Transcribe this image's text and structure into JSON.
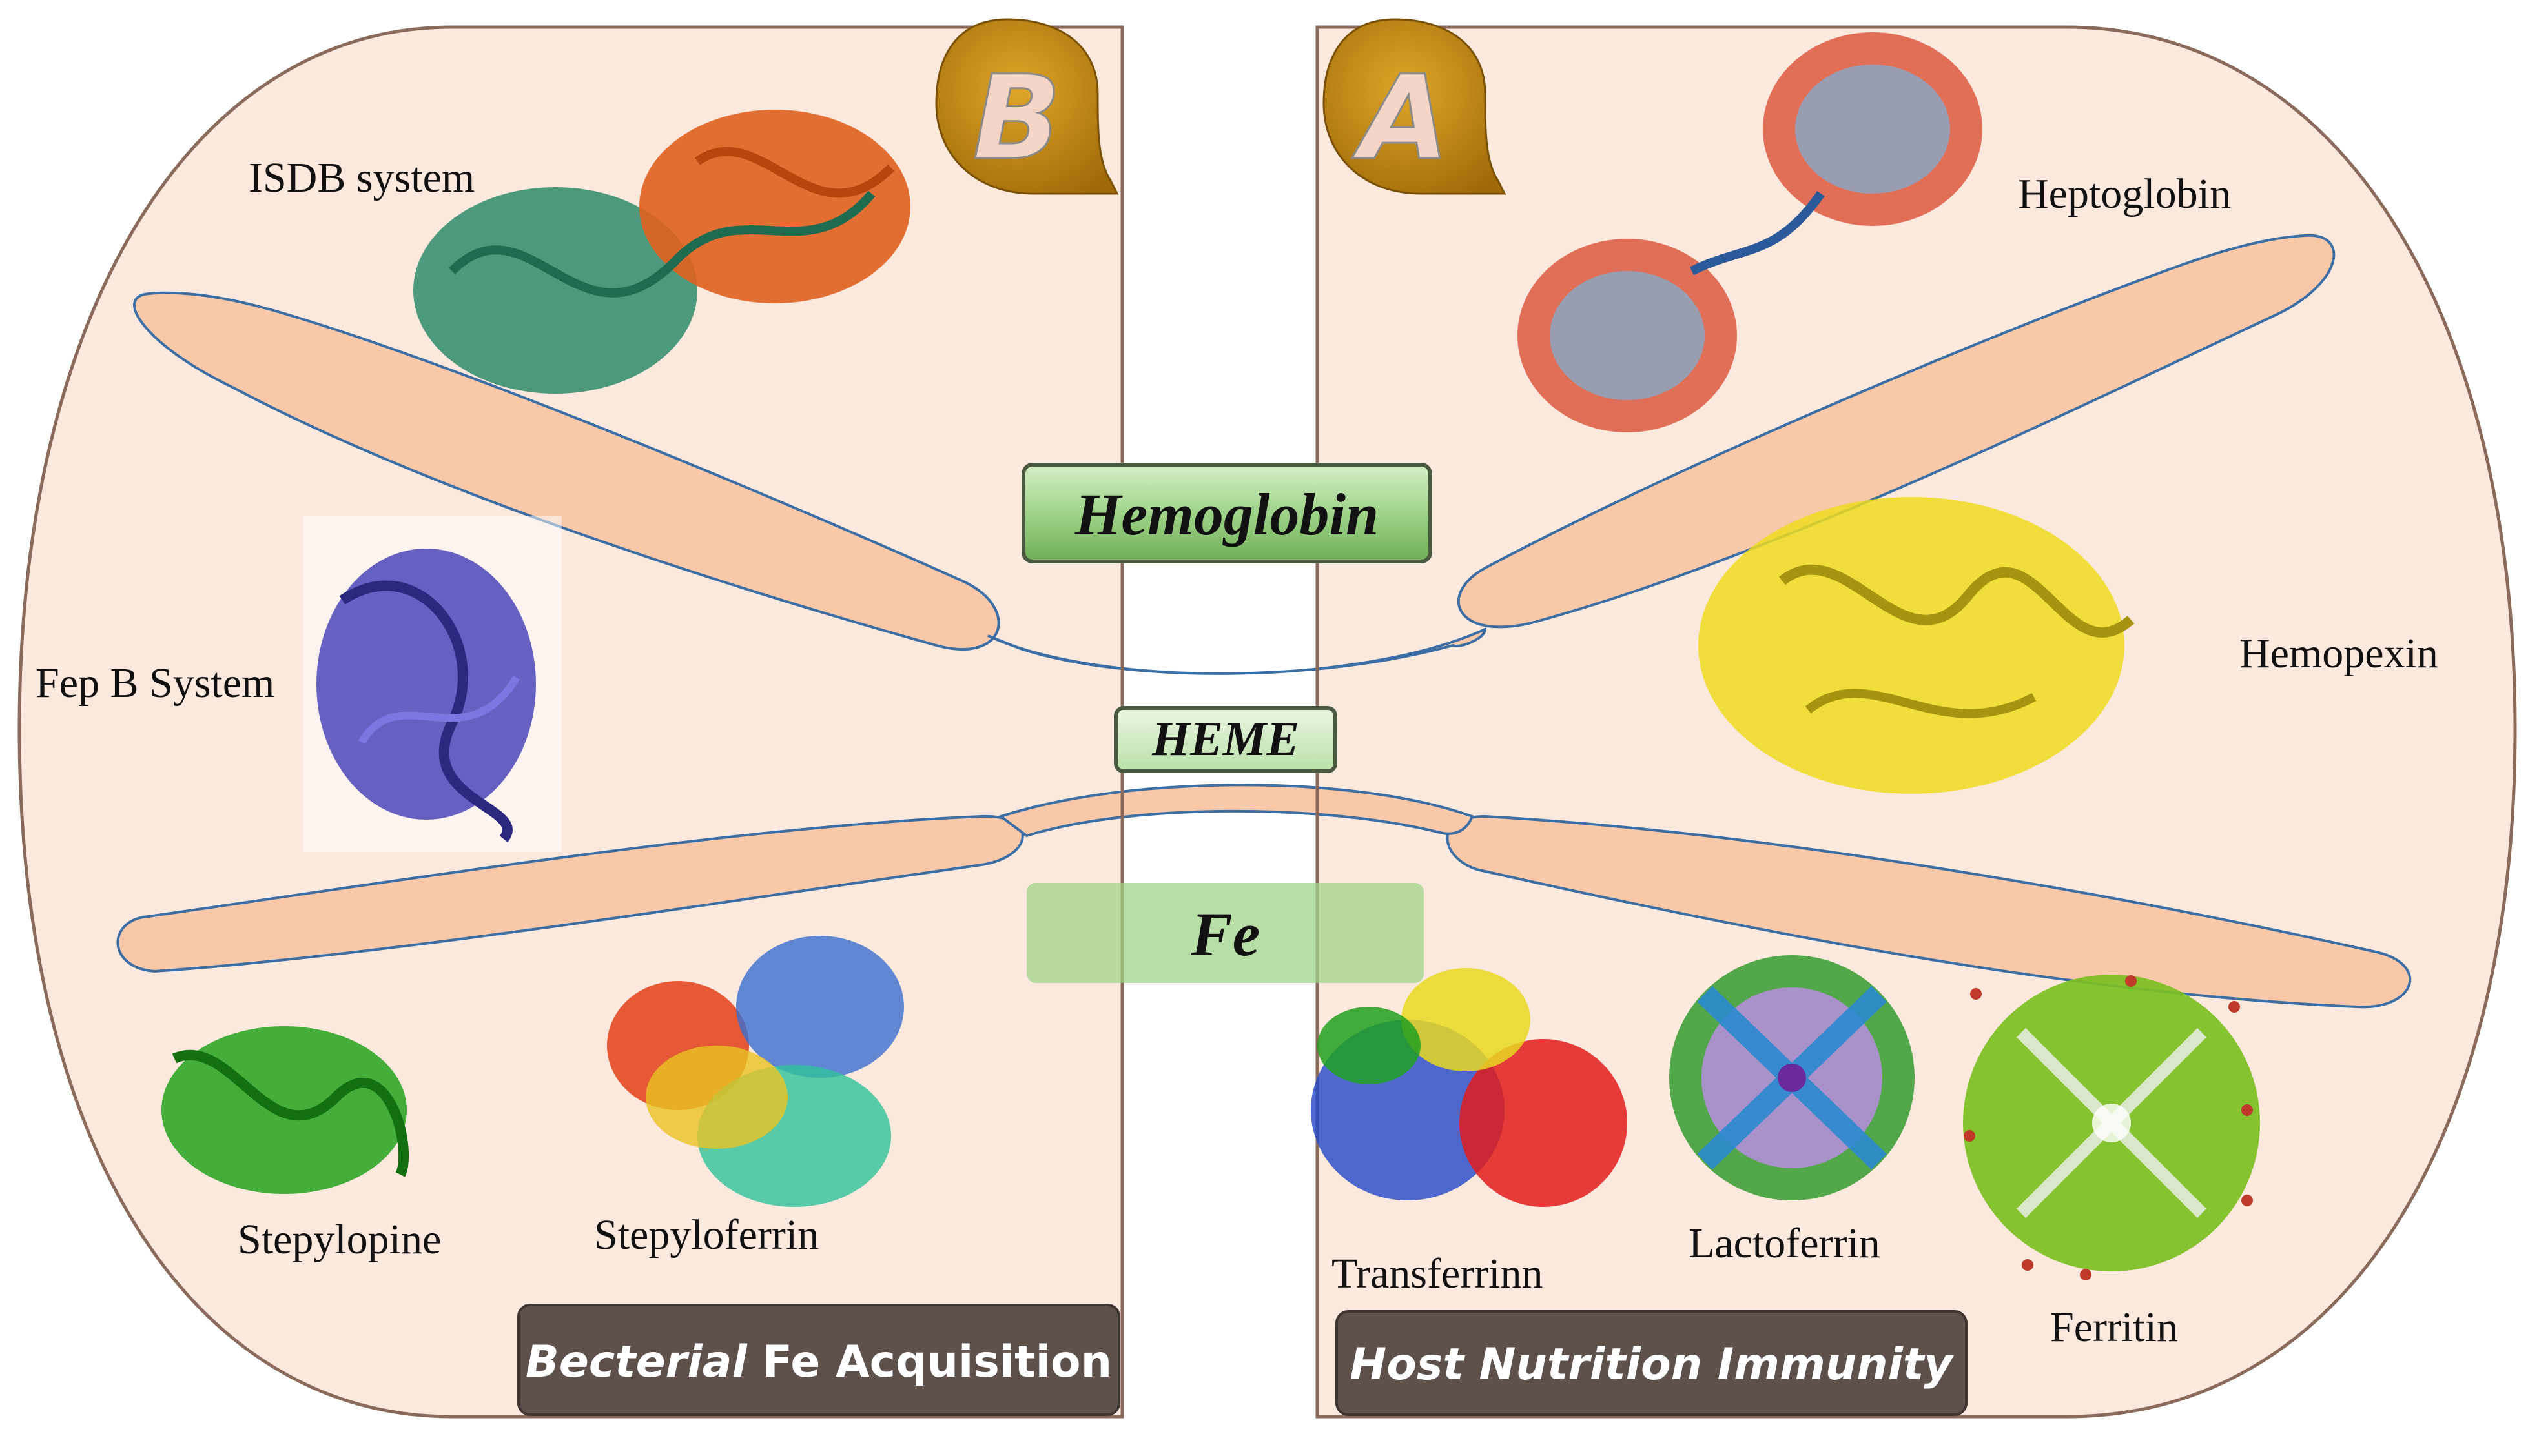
{
  "colors": {
    "panel_fill": "#fce9de",
    "panel_stroke": "#8a6a5a",
    "arm_fill": "#f8c8a8",
    "arm_stroke": "#3b6ea5",
    "badge_fill": "#c48a12",
    "badge_letter": "#f5d6c6",
    "box_green_dark": "#8fc87a",
    "box_green_light": "#c4e6b6",
    "label_box": "#5e514c"
  },
  "panels": {
    "left": {
      "badge": "B",
      "caption_italic": "Becterial",
      "caption_rest": " Fe Acquisition",
      "labels": {
        "isdb": "ISDB system",
        "fepb": "Fep B System",
        "stepylopine": "Stepylopine",
        "stepyloferrin": "Stepyloferrin"
      }
    },
    "right": {
      "badge": "A",
      "caption": "Host Nutrition Immunity",
      "labels": {
        "heptoglobin": "Heptoglobin",
        "hemopexin": "Hemopexin",
        "transferrin": "Transferrinn",
        "lactoferrin": "Lactoferrin",
        "ferritin": "Ferritin"
      }
    }
  },
  "center": {
    "hemoglobin": "Hemoglobin",
    "heme": "HEME",
    "fe": "Fe"
  },
  "icons": {
    "isdb": "protein-structure-icon",
    "fepb": "protein-structure-icon",
    "stepylopine": "protein-structure-icon",
    "stepyloferrin": "protein-structure-icon",
    "heptoglobin": "protein-structure-icon",
    "hemopexin": "protein-structure-icon",
    "transferrin": "protein-structure-icon",
    "lactoferrin": "protein-structure-icon",
    "ferritin": "protein-structure-icon"
  }
}
